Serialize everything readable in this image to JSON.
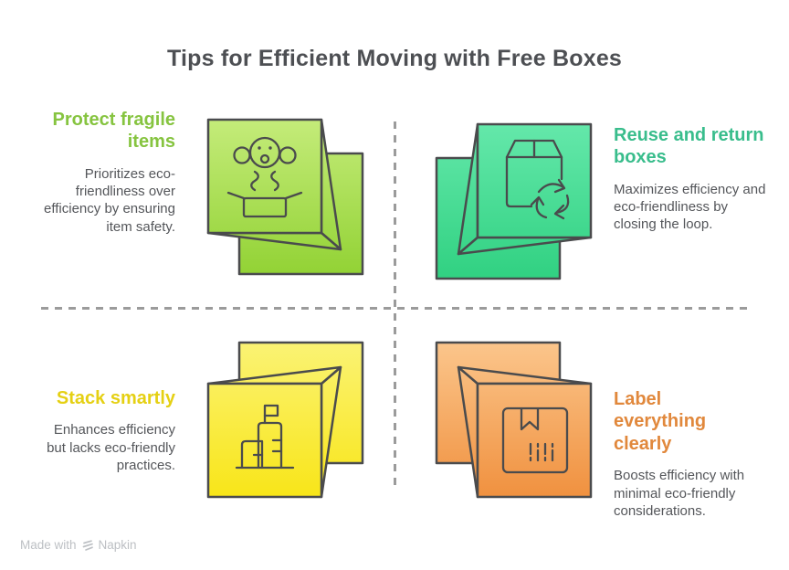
{
  "title": "Tips for Efficient Moving with Free Boxes",
  "quadrants": [
    {
      "heading": "Protect fragile items",
      "description": "Prioritizes eco-friendliness over efficiency by ensuring item safety.",
      "accent": "#86c440",
      "icon": "jack-in-the-box"
    },
    {
      "heading": "Reuse and return boxes",
      "description": "Maximizes efficiency and eco-friendliness by closing the loop.",
      "accent": "#39bd8c",
      "icon": "box-with-recycle-arrows"
    },
    {
      "heading": "Stack smartly",
      "description": "Enhances efficiency but lacks eco-friendly practices.",
      "accent": "#e5d013",
      "icon": "stacked-boxes-with-flag"
    },
    {
      "heading": "Label everything clearly",
      "description": "Boosts efficiency with minimal eco-friendly considerations.",
      "accent": "#e1883c",
      "icon": "labeled-box-with-barcode"
    }
  ],
  "watermark": {
    "prefix": "Made with",
    "brand": "Napkin"
  },
  "colors": {
    "title_text": "#4d4f53",
    "body_text": "#54565a",
    "outline": "#4a4b4d",
    "divider_dash": "#9b9b9b",
    "green_gradient": [
      "#c9ee80",
      "#8ed02f"
    ],
    "teal_gradient": [
      "#69eaae",
      "#2ccf7e"
    ],
    "yellow_gradient": [
      "#fbf47c",
      "#f8e410"
    ],
    "orange_gradient": [
      "#fcca92",
      "#ef8c38"
    ],
    "watermark_text": "#bdc0c4"
  }
}
